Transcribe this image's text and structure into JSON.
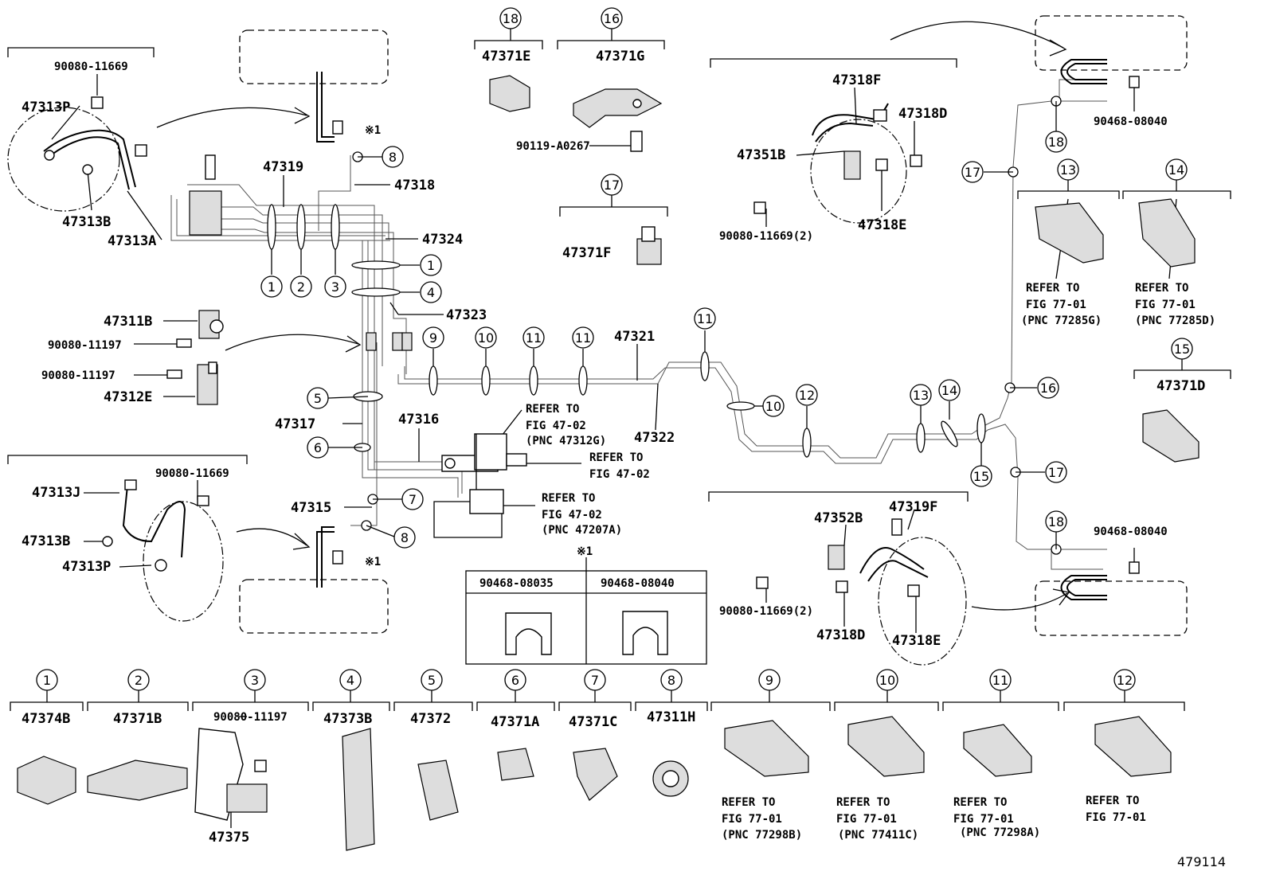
{
  "diagram_id": "479114",
  "note_mark": "※1",
  "part_labels": {
    "p_47313P_a": "47313P",
    "p_90080_11669_a": "90080-11669",
    "p_47313B_a": "47313B",
    "p_47313A": "47313A",
    "p_47319": "47319",
    "p_47318": "47318",
    "p_47324": "47324",
    "p_47323": "47323",
    "p_47311B": "47311B",
    "p_90080_11197_a": "90080-11197",
    "p_90080_11197_b": "90080-11197",
    "p_47312E": "47312E",
    "p_47317": "47317",
    "p_47316": "47316",
    "p_47321": "47321",
    "p_47322": "47322",
    "p_47313J": "47313J",
    "p_90080_11669_b": "90080-11669",
    "p_47313B_b": "47313B",
    "p_47313P_b": "47313P",
    "p_47315": "47315",
    "p_47371E": "47371E",
    "p_47371G": "47371G",
    "p_90119_A0267": "90119-A0267",
    "p_47371F": "47371F",
    "p_47318F": "47318F",
    "p_47318D_a": "47318D",
    "p_47351B": "47351B",
    "p_47318E_a": "47318E",
    "p_90080_11669_2a": "90080-11669(2)",
    "p_90468_08040_a": "90468-08040",
    "p_90468_08040_b": "90468-08040",
    "p_47371D": "47371D",
    "p_47352B": "47352B",
    "p_47319F": "47319F",
    "p_90080_11669_2b": "90080-11669(2)",
    "p_47318D_b": "47318D",
    "p_47318E_b": "47318E",
    "p_47374B": "47374B",
    "p_47371B": "47371B",
    "p_90080_11197_c": "90080-11197",
    "p_47375": "47375",
    "p_47373B": "47373B",
    "p_47372": "47372",
    "p_47371A": "47371A",
    "p_47371C": "47371C",
    "p_47311H": "47311H"
  },
  "refer_notes": {
    "r_47312G": [
      "REFER TO",
      "FIG 47-02",
      "(PNC 47312G)"
    ],
    "r_4702": [
      "REFER TO",
      "FIG 47-02"
    ],
    "r_47207A": [
      "REFER TO",
      "FIG 47-02",
      "(PNC 47207A)"
    ],
    "r_77285G": [
      "REFER TO",
      "FIG 77-01",
      "(PNC 77285G)"
    ],
    "r_77285D": [
      "REFER TO",
      "FIG 77-01",
      "(PNC 77285D)"
    ],
    "r_77298B": [
      "REFER TO",
      "FIG 77-01",
      "(PNC 77298B)"
    ],
    "r_77411C": [
      "REFER TO",
      "FIG 77-01",
      "(PNC 77411C)"
    ],
    "r_77298A": [
      "REFER TO",
      "FIG 77-01",
      "(PNC 77298A)"
    ],
    "r_7701": [
      "REFER TO",
      "FIG 77-01"
    ]
  },
  "clip_table": {
    "col1": "90468-08035",
    "col2": "90468-08040"
  },
  "callout_numbers": [
    "1",
    "2",
    "3",
    "4",
    "5",
    "6",
    "7",
    "8",
    "9",
    "10",
    "11",
    "12",
    "13",
    "14",
    "15",
    "16",
    "17",
    "18"
  ]
}
